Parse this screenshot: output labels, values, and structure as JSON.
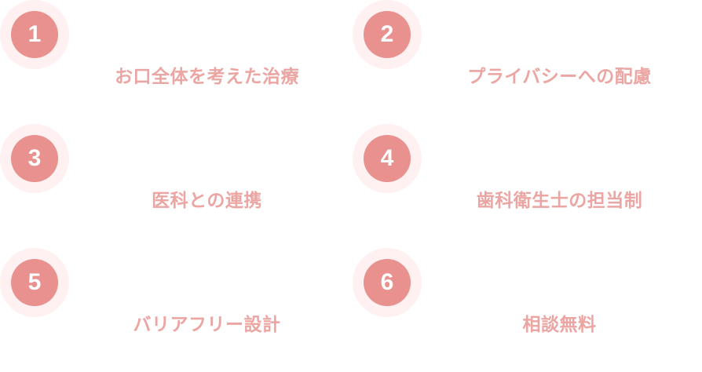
{
  "items": [
    {
      "number": "1",
      "label": "お口全体を考えた治療"
    },
    {
      "number": "2",
      "label": "プライバシーへの配慮"
    },
    {
      "number": "3",
      "label": "医科との連携"
    },
    {
      "number": "4",
      "label": "歯科衛生士の担当制"
    },
    {
      "number": "5",
      "label": "バリアフリー設計"
    },
    {
      "number": "6",
      "label": "相談無料"
    }
  ],
  "colors": {
    "circle": "#e8918e",
    "halo": "#fff1f1",
    "text": "#eba5a2"
  }
}
